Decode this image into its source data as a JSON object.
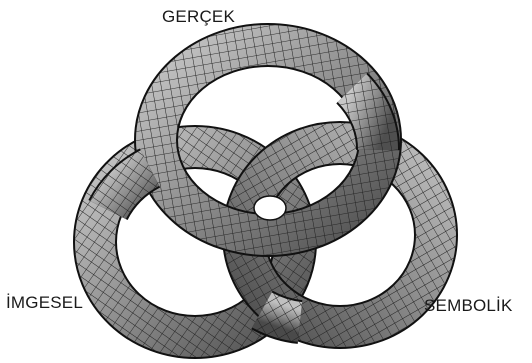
{
  "labels": {
    "top": "GERÇEK",
    "left": "İMGESEL",
    "right": "SEMBOLİK"
  },
  "colors": {
    "tube_fill": "#8e8e8e",
    "tube_light": "#c4c4c4",
    "tube_dark": "#4a4a4a",
    "mesh_line": "#202020",
    "outline": "#111111",
    "label_text": "#1a1a1a",
    "background": "#ffffff"
  }
}
